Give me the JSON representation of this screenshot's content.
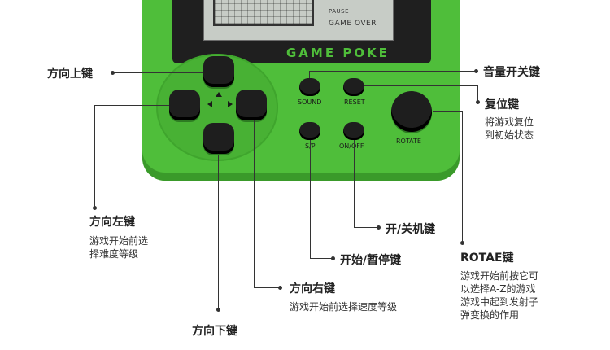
{
  "device": {
    "screen_text": "GAME OVER",
    "screen_small": "PAUSE",
    "brand": "GAME POKE",
    "buttons": {
      "sound": "SOUND",
      "reset": "RESET",
      "sp": "S/P",
      "onoff": "ON/OFF",
      "rotate": "ROTATE"
    },
    "color": "#4fbe3a"
  },
  "labels": {
    "up": {
      "title": "方向上键"
    },
    "left": {
      "title": "方向左键",
      "desc": [
        "游戏开始前选",
        "择难度等级"
      ]
    },
    "down": {
      "title": "方向下键"
    },
    "right": {
      "title": "方向右键",
      "desc": [
        "游戏开始前选择速度等级"
      ]
    },
    "sound": {
      "title": "音量开关键"
    },
    "reset": {
      "title": "复位键",
      "desc": [
        "将游戏复位",
        "到初始状态"
      ]
    },
    "onoff": {
      "title": "开/关机键"
    },
    "sp": {
      "title": "开始/暂停键"
    },
    "rotate": {
      "title": "ROTAE键",
      "desc": [
        "游戏开始前按它可",
        "以选择A-Z的游戏",
        "游戏中起到发射子",
        "弹变换的作用"
      ]
    }
  }
}
